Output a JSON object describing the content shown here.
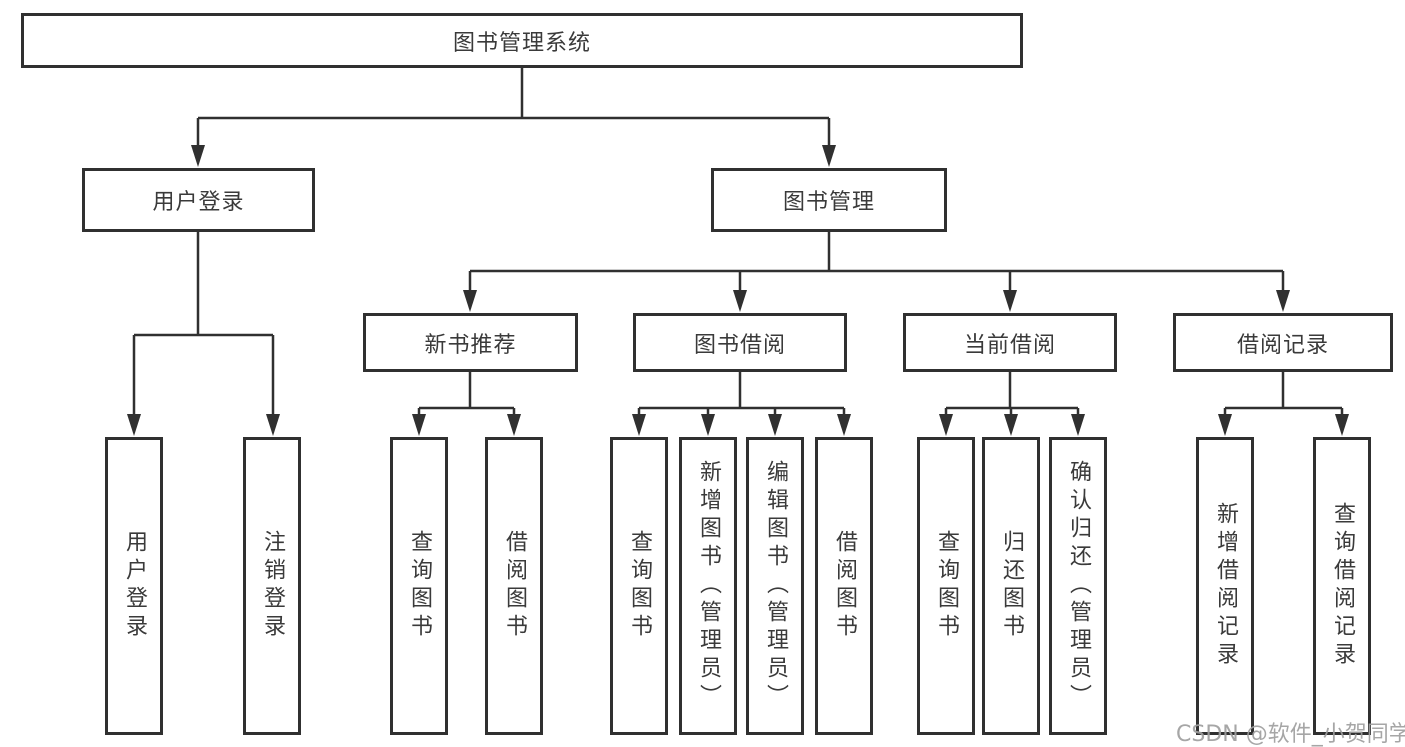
{
  "tree": {
    "label": "图书管理系统",
    "children": [
      {
        "label": "用户登录",
        "children": [
          {
            "label": "用户登录"
          },
          {
            "label": "注销登录"
          }
        ]
      },
      {
        "label": "图书管理",
        "children": [
          {
            "label": "新书推荐",
            "children": [
              {
                "label": "查询图书"
              },
              {
                "label": "借阅图书"
              }
            ]
          },
          {
            "label": "图书借阅",
            "children": [
              {
                "label": "查询图书"
              },
              {
                "label": "新增图书（管理员）"
              },
              {
                "label": "编辑图书（管理员）"
              },
              {
                "label": "借阅图书"
              }
            ]
          },
          {
            "label": "当前借阅",
            "children": [
              {
                "label": "查询图书"
              },
              {
                "label": "归还图书"
              },
              {
                "label": "确认归还（管理员）"
              }
            ]
          },
          {
            "label": "借阅记录",
            "children": [
              {
                "label": "新增借阅记录"
              },
              {
                "label": "查询借阅记录"
              }
            ]
          }
        ]
      }
    ]
  },
  "watermark": {
    "text": "CSDN @软件_小贺同学"
  },
  "colors": {
    "line": "#303030",
    "text": "#3a3a3a",
    "box_background": "#ffffff",
    "watermark": "#9e9e9e"
  }
}
